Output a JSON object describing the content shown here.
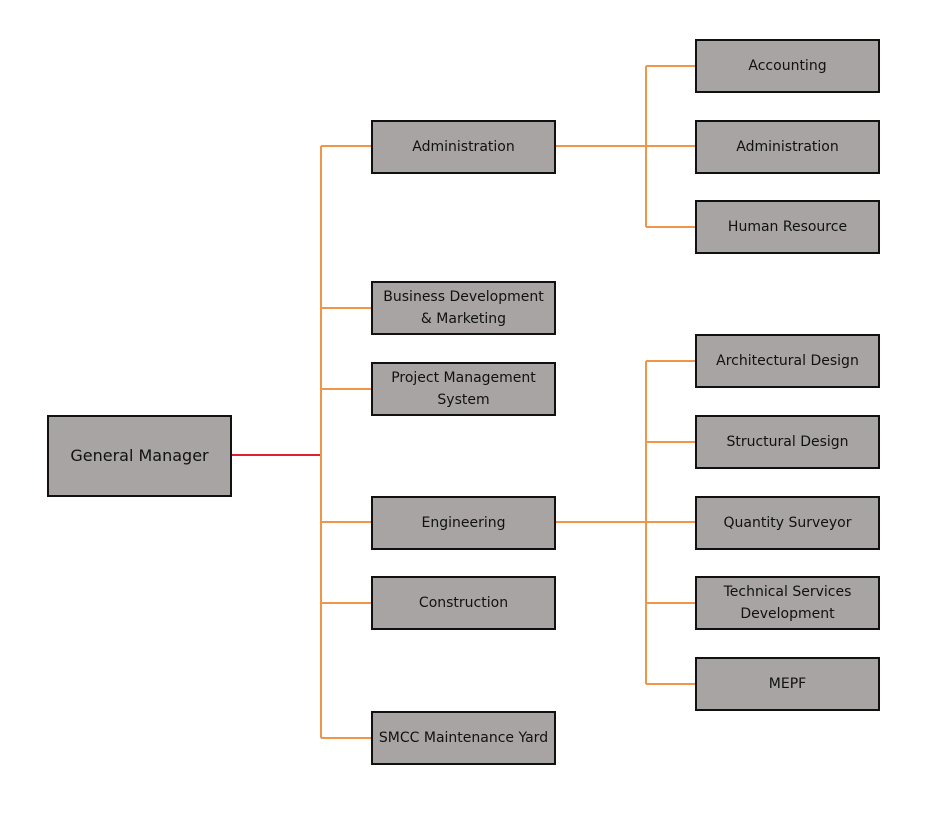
{
  "colors": {
    "box_fill": "#a8a4a3",
    "box_border": "#111111",
    "connector": "#f0964a",
    "root_connector": "#e0202a"
  },
  "root": {
    "label": "General Manager"
  },
  "departments": {
    "administration": "Administration",
    "business_development": "Business Development & Marketing",
    "project_management": "Project Management System",
    "engineering": "Engineering",
    "construction": "Construction",
    "maintenance_yard": "SMCC Maintenance Yard"
  },
  "administration_units": {
    "accounting": "Accounting",
    "administration": "Administration",
    "human_resource": "Human Resource"
  },
  "engineering_units": {
    "architectural_design": "Architectural Design",
    "structural_design": "Structural Design",
    "quantity_surveyor": "Quantity Surveyor",
    "technical_services": "Technical Services Development",
    "mepf": "MEPF"
  }
}
